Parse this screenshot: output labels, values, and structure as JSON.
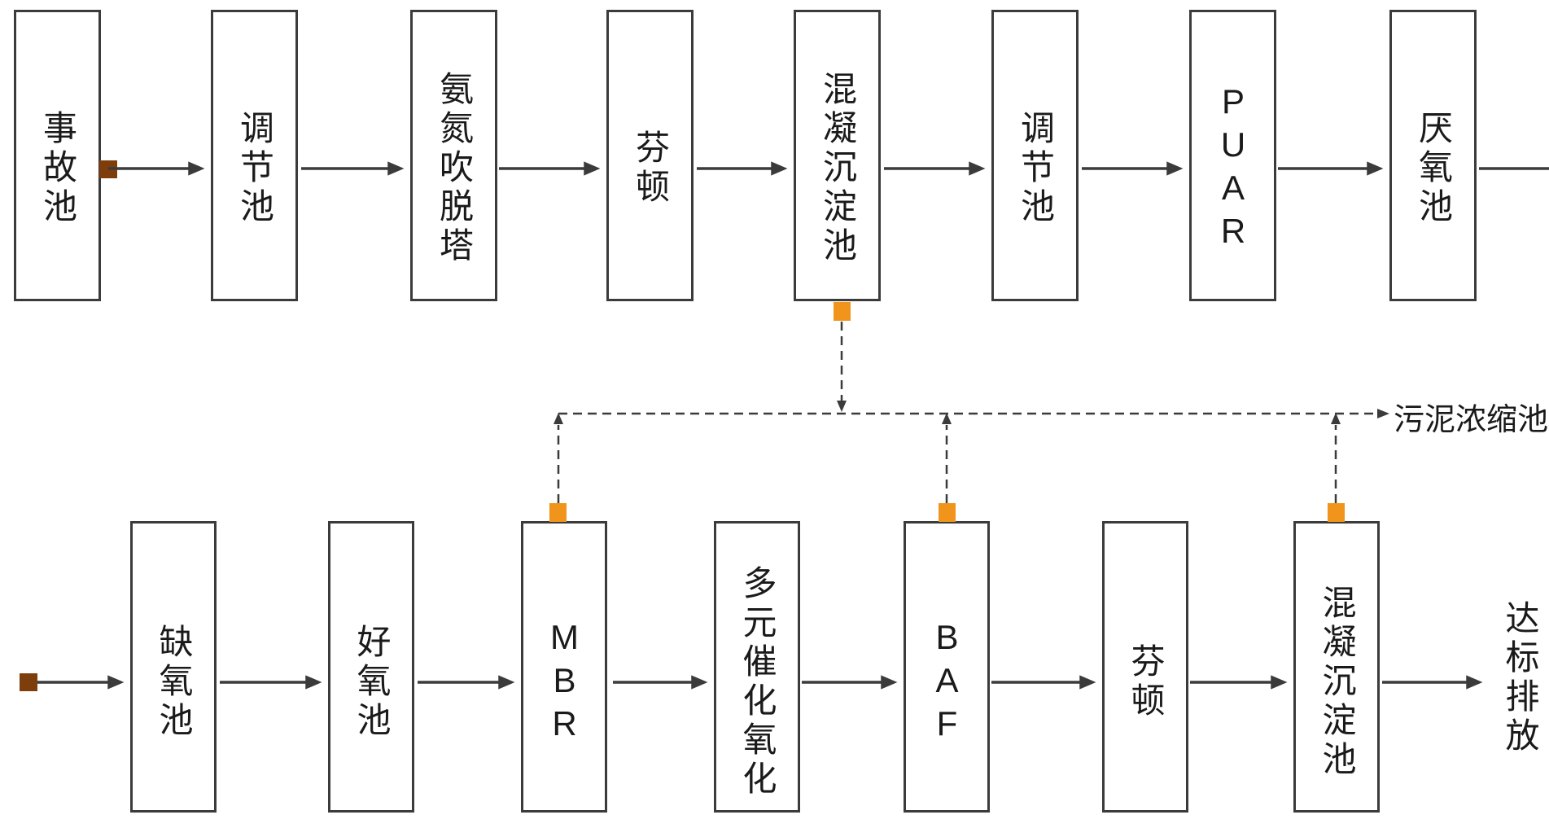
{
  "diagram": {
    "type": "process-flow",
    "top_row": [
      {
        "label": "事故池"
      },
      {
        "label": "调节池"
      },
      {
        "label": "氨氮吹脱塔"
      },
      {
        "label": "芬顿"
      },
      {
        "label": "混凝沉淀池"
      },
      {
        "label": "调节池"
      },
      {
        "label": "PUAR"
      },
      {
        "label": "厌氧池"
      }
    ],
    "bottom_row": [
      {
        "label": "缺氧池"
      },
      {
        "label": "好氧池"
      },
      {
        "label": "MBR"
      },
      {
        "label": "多元催化氧化"
      },
      {
        "label": "BAF"
      },
      {
        "label": "芬顿"
      },
      {
        "label": "混凝沉淀池"
      }
    ],
    "annotations": {
      "sludge_pool": "污泥浓缩池",
      "discharge": "达标排放"
    },
    "icons": {
      "orange_square_marker": "sludge-port-square",
      "brown_square_marker": "inlet-port-square"
    },
    "colors": {
      "line": "#3b3b3b",
      "box_border": "#3b3b3b",
      "text": "#1a1a1a",
      "sludge_port_orange": "#f0941c",
      "inlet_port_brown": "#7e3e0c",
      "background": "#ffffff"
    }
  }
}
